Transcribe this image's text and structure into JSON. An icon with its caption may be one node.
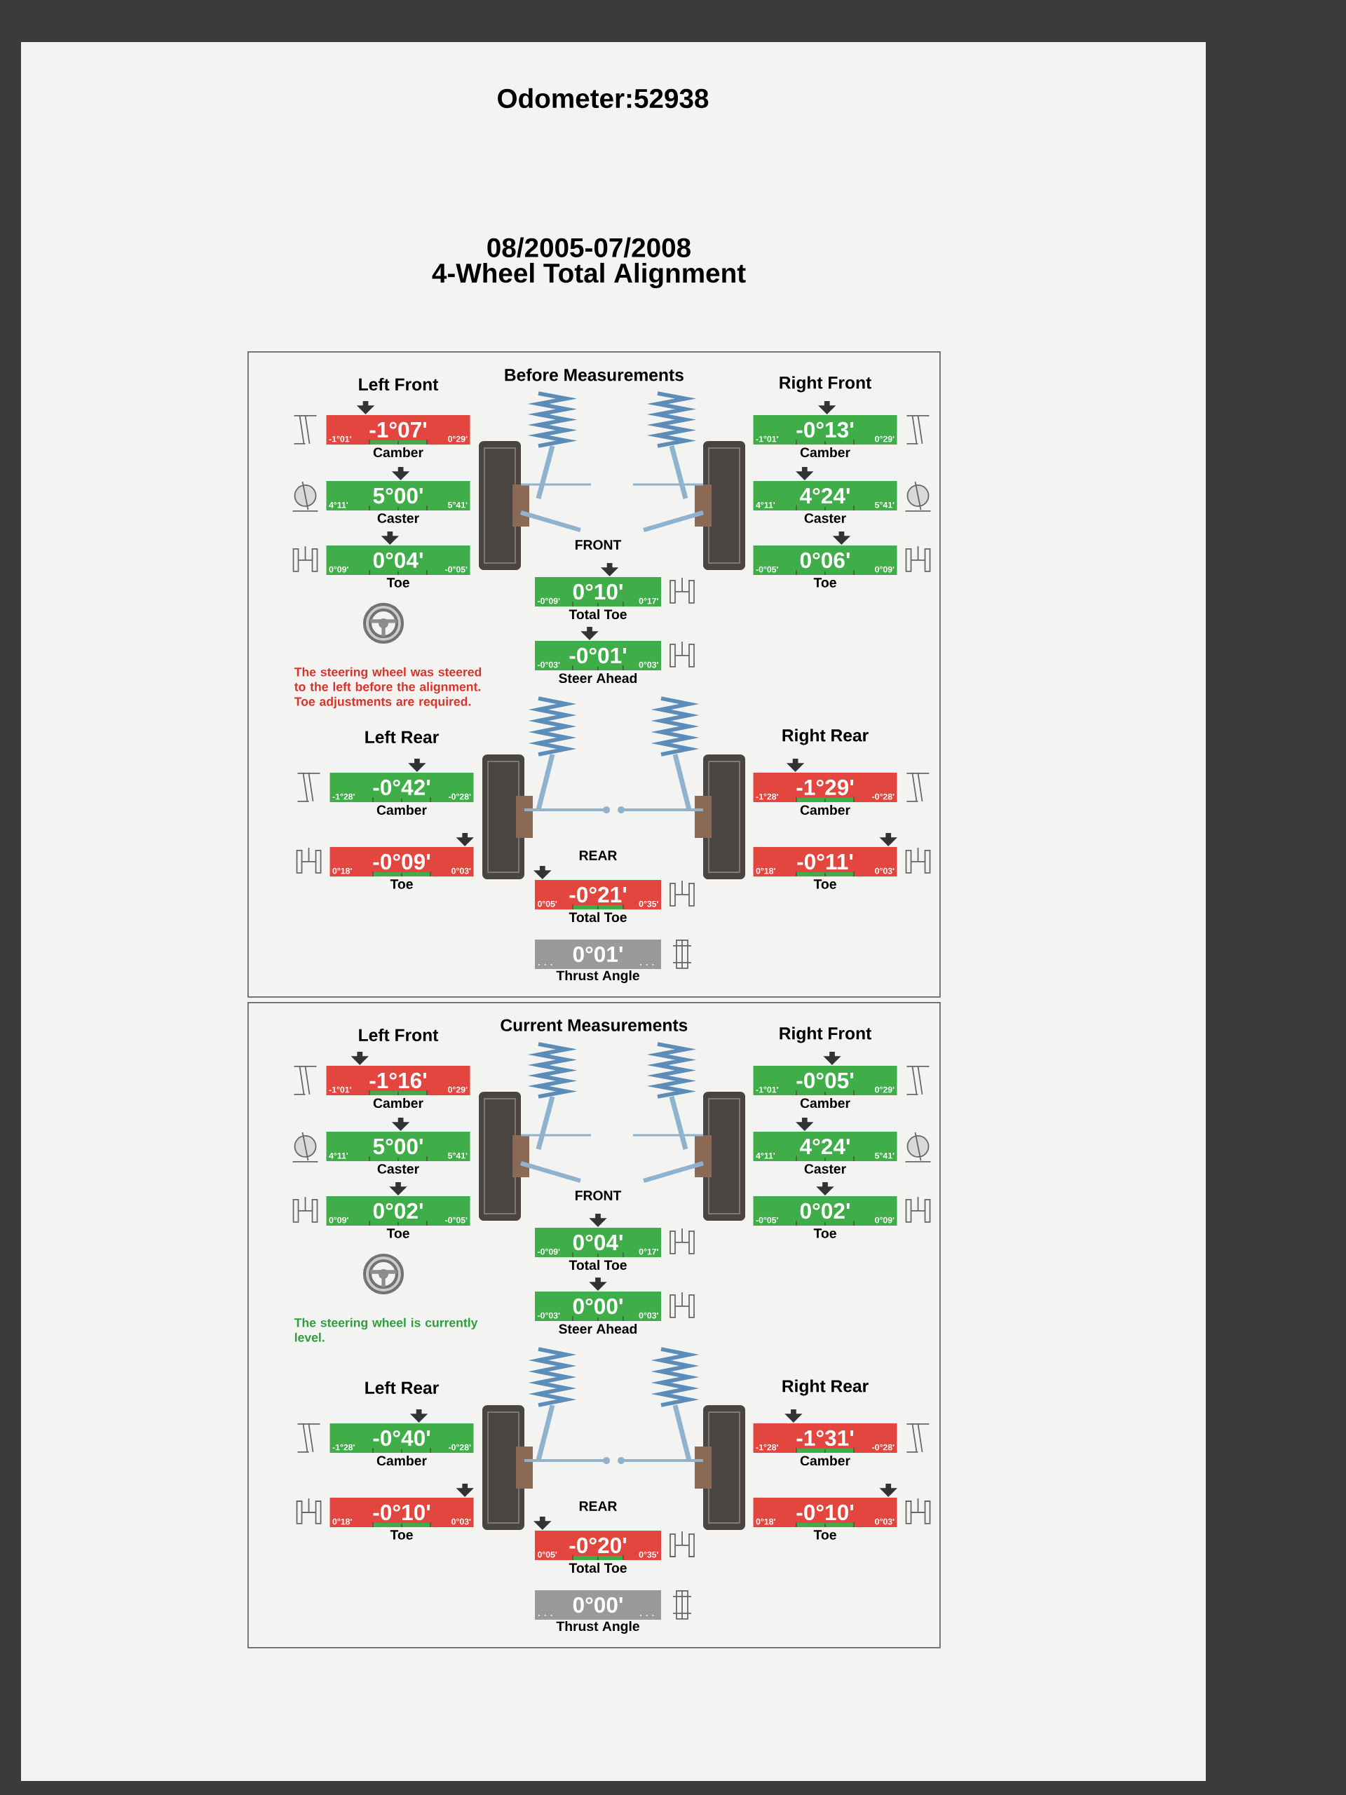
{
  "diagram": {
    "title": "4-Wheel Total Alignment",
    "nodes": [
      {
        "text": [
          "Before Measurements"
        ]
      },
      {
        "text": [
          "-1°07'",
          "-1°01'",
          "0°29'"
        ],
        "beside": [
          "Camber"
        ],
        "in": 0
      },
      {
        "text": [
          "5°00'",
          "4°11'",
          "5°41'"
        ],
        "beside": [
          "Caster"
        ],
        "in": 0
      },
      {
        "text": [
          "0°04'",
          "0°09'",
          "-0°05'"
        ],
        "beside": [
          "Toe"
        ],
        "in": 0
      },
      {
        "text": [
          "-0°13'",
          "-1°01'",
          "0°29'"
        ],
        "beside": [
          "Camber"
        ],
        "in": 0
      },
      {
        "text": [
          "4°24'",
          "4°11'",
          "5°41'"
        ],
        "beside": [
          "Caster"
        ],
        "in": 0
      },
      {
        "text": [
          "0°06'",
          "-0°05'",
          "0°09'"
        ],
        "beside": [
          "Toe"
        ],
        "in": 0
      },
      {
        "text": [
          "0°10'",
          "-0°09'",
          "0°17'"
        ],
        "beside": [
          "Total Toe"
        ],
        "in": 0
      },
      {
        "text": [
          "-0°01'",
          "-0°03'",
          "0°03'"
        ],
        "beside": [
          "Steer Ahead"
        ],
        "in": 0
      },
      {
        "text": [
          "-0°42'",
          "-1°28'",
          "-0°28'"
        ],
        "beside": [
          "Camber"
        ],
        "in": 0
      },
      {
        "text": [
          "-0°09'",
          "0°18'",
          "0°03'"
        ],
        "beside": [
          "Toe"
        ],
        "in": 0
      },
      {
        "text": [
          "-1°29'",
          "-1°28'",
          "-0°28'"
        ],
        "beside": [
          "Camber"
        ],
        "in": 0
      },
      {
        "text": [
          "-0°11'",
          "0°18'",
          "0°03'"
        ],
        "beside": [
          "Toe"
        ],
        "in": 0
      },
      {
        "text": [
          "-0°21'",
          "0°05'",
          "0°35'"
        ],
        "beside": [
          "Total Toe"
        ],
        "in": 0
      },
      {
        "text": [
          "0°01'"
        ],
        "beside": [
          "Thrust Angle"
        ],
        "in": 0
      },
      {
        "text": [
          "Current Measurements"
        ]
      },
      {
        "text": [
          "-1°16'",
          "-1°01'",
          "0°29'"
        ],
        "beside": [
          "Camber"
        ],
        "in": 15
      },
      {
        "text": [
          "5°00'",
          "4°11'",
          "5°41'"
        ],
        "beside": [
          "Caster"
        ],
        "in": 15
      },
      {
        "text": [
          "0°02'",
          "0°09'",
          "-0°05'"
        ],
        "beside": [
          "Toe"
        ],
        "in": 15
      },
      {
        "text": [
          "-0°05'",
          "-1°01'",
          "0°29'"
        ],
        "beside": [
          "Camber"
        ],
        "in": 15
      },
      {
        "text": [
          "4°24'",
          "4°11'",
          "5°41'"
        ],
        "beside": [
          "Caster"
        ],
        "in": 15
      },
      {
        "text": [
          "0°02'",
          "-0°05'",
          "0°09'"
        ],
        "beside": [
          "Toe"
        ],
        "in": 15
      },
      {
        "text": [
          "0°04'",
          "-0°09'",
          "0°17'"
        ],
        "beside": [
          "Total Toe"
        ],
        "in": 15
      },
      {
        "text": [
          "0°00'",
          "-0°03'",
          "0°03'"
        ],
        "beside": [
          "Steer Ahead"
        ],
        "in": 15
      },
      {
        "text": [
          "-0°40'",
          "-1°28'",
          "-0°28'"
        ],
        "beside": [
          "Camber"
        ],
        "in": 15
      },
      {
        "text": [
          "-0°10'",
          "0°18'",
          "0°03'"
        ],
        "beside": [
          "Toe"
        ],
        "in": 15
      },
      {
        "text": [
          "-1°31'",
          "-1°28'",
          "-0°28'"
        ],
        "beside": [
          "Camber"
        ],
        "in": 15
      },
      {
        "text": [
          "-0°10'",
          "0°18'",
          "0°03'"
        ],
        "beside": [
          "Toe"
        ],
        "in": 15
      },
      {
        "text": [
          "-0°20'",
          "0°05'",
          "0°35'"
        ],
        "beside": [
          "Total Toe"
        ],
        "in": 15
      },
      {
        "text": [
          "0°00'"
        ],
        "beside": [
          "Thrust Angle"
        ],
        "in": 15
      }
    ],
    "labels": [
      "Odometer:52938",
      "08/2005-07/2008",
      "Left Front",
      "Right Front",
      "FRONT",
      "The steering wheel was steered to the left before the alignment. Toe adjustments are required.",
      "Left Rear",
      "Right Rear",
      "REAR",
      "Left Front",
      "Right Front",
      "FRONT",
      "The steering wheel is currently level.",
      "Left Rear",
      "Right Rear",
      "REAR"
    ]
  }
}
